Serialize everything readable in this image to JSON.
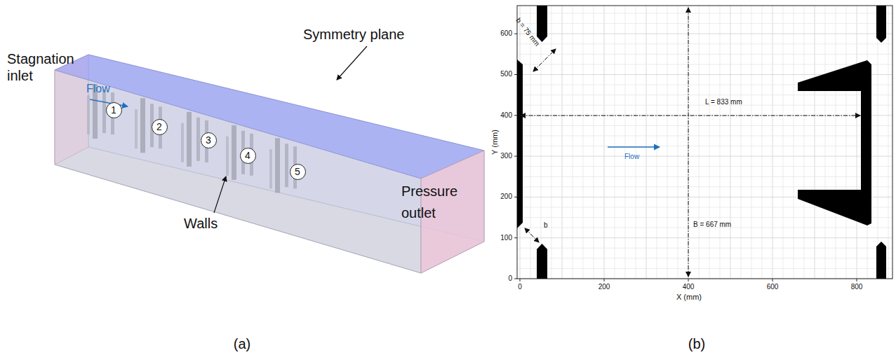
{
  "diagram": {
    "nodes": [
      {
        "text": [
          "1"
        ]
      },
      {
        "text": [
          "2"
        ]
      },
      {
        "text": [
          "3"
        ]
      },
      {
        "text": [
          "4"
        ]
      },
      {
        "text": [
          "5"
        ]
      }
    ],
    "labels": [
      "Stagnation inlet",
      "Symmetry plane",
      "Flow",
      "Walls",
      "Pressure outlet",
      "(a)",
      "(b)",
      "Y (mm)",
      "X (mm)",
      "0",
      "100",
      "200",
      "300",
      "400",
      "500",
      "600",
      "0",
      "200",
      "400",
      "600",
      "800",
      "b = 75 mm",
      "b",
      "L = 833 mm",
      "B = 667 mm",
      "Flow"
    ]
  }
}
